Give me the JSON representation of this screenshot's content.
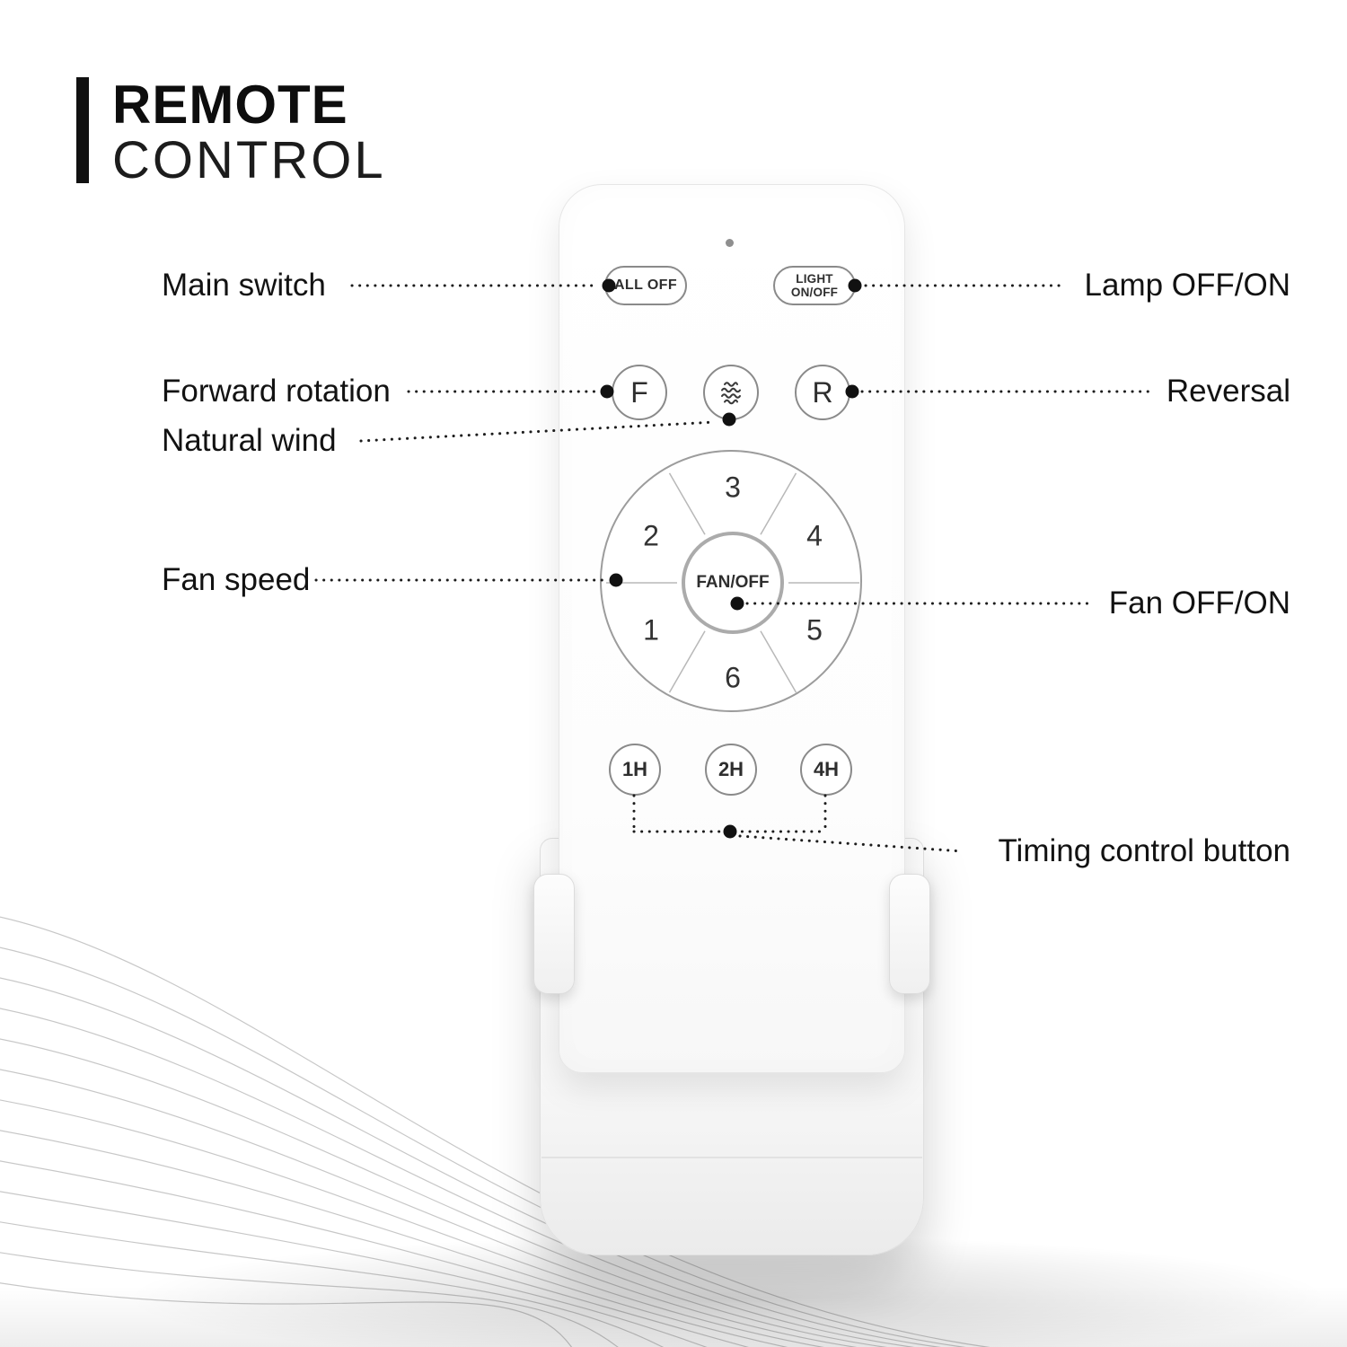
{
  "title": {
    "line1": "REMOTE",
    "line2": "CONTROL"
  },
  "labels": {
    "main_switch": "Main switch",
    "lamp_off_on": "Lamp OFF/ON",
    "forward_rotation": "Forward rotation",
    "reversal": "Reversal",
    "natural_wind": "Natural wind",
    "fan_speed": "Fan speed",
    "fan_off_on": "Fan OFF/ON",
    "timing_control": "Timing control button"
  },
  "remote": {
    "all_off": "ALL OFF",
    "light_line1": "LIGHT",
    "light_line2": "ON/OFF",
    "forward": "F",
    "reverse": "R",
    "fan_off": "FAN/OFF",
    "speeds": [
      "1",
      "2",
      "3",
      "4",
      "5",
      "6"
    ],
    "timers": [
      "1H",
      "2H",
      "4H"
    ],
    "natural_wind_icon": "wave-icon"
  },
  "colors": {
    "text": "#121212",
    "button_border": "#8a8a8a",
    "leader_line": "#1c1c1c",
    "decorative_wave": "#c5c5c5"
  }
}
